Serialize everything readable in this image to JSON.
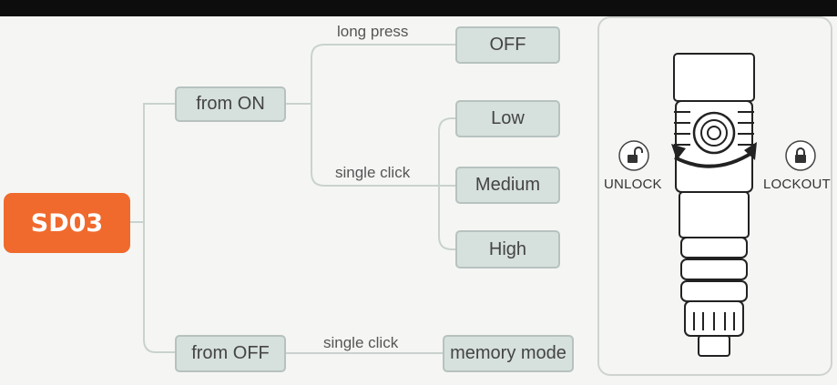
{
  "topbar": "",
  "root": {
    "label": "SD03"
  },
  "branches": {
    "from_on": {
      "label": "from ON",
      "long_press": {
        "action": "long press",
        "result": "OFF"
      },
      "single_click": {
        "action": "single click",
        "results": [
          "Low",
          "Medium",
          "High"
        ]
      }
    },
    "from_off": {
      "label": "from OFF",
      "single_click": {
        "action": "single click",
        "result": "memory mode"
      }
    }
  },
  "panel": {
    "unlock_label": "UNLOCK",
    "lockout_label": "LOCKOUT",
    "unlock_icon": "unlock-icon",
    "lockout_icon": "lock-icon"
  },
  "colors": {
    "root": "#f06a2d",
    "node_fill": "#d6e0dc",
    "node_border": "#b7c2bf",
    "connector": "#c9d2ce"
  }
}
